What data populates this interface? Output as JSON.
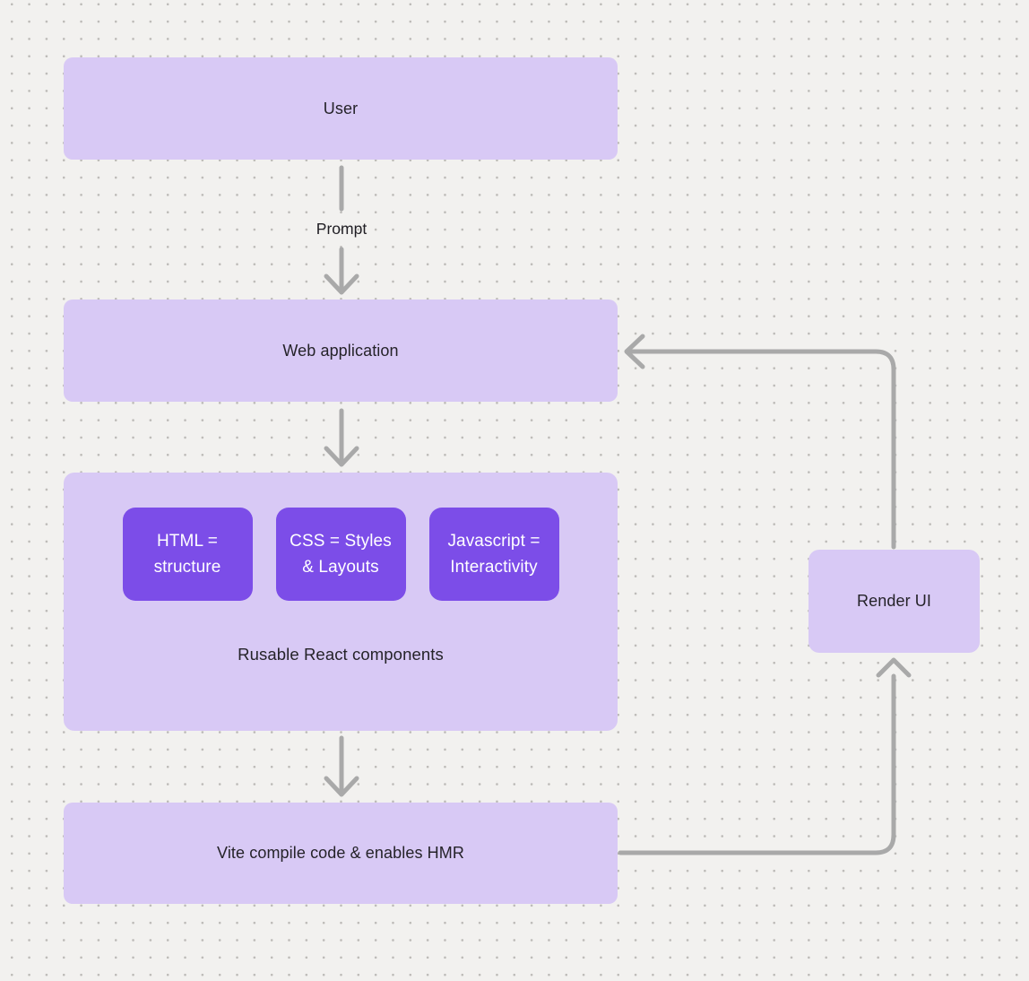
{
  "diagram": {
    "nodes": {
      "user": {
        "label": "User"
      },
      "web_application": {
        "label": "Web application"
      },
      "components_container": {
        "label": "Rusable React components",
        "chips": [
          {
            "label": "HTML =\nstructure"
          },
          {
            "label": "CSS = Styles\n& Layouts"
          },
          {
            "label": "Javascript =\nInteractivity"
          }
        ]
      },
      "vite": {
        "label": "Vite compile code & enables HMR"
      },
      "render_ui": {
        "label": "Render UI"
      }
    },
    "edges": {
      "user_to_web": {
        "label": "Prompt"
      },
      "web_to_components": {
        "label": ""
      },
      "components_to_vite": {
        "label": ""
      },
      "vite_to_render": {
        "label": ""
      },
      "render_to_web": {
        "label": ""
      }
    },
    "colors": {
      "background": "#f2f1ef",
      "dot_grid": "#bcbab7",
      "node_fill": "#d8c9f5",
      "accent_fill": "#7c4de8",
      "accent_text": "#ffffff",
      "text": "#252329",
      "arrow": "#a9a9a9"
    }
  }
}
